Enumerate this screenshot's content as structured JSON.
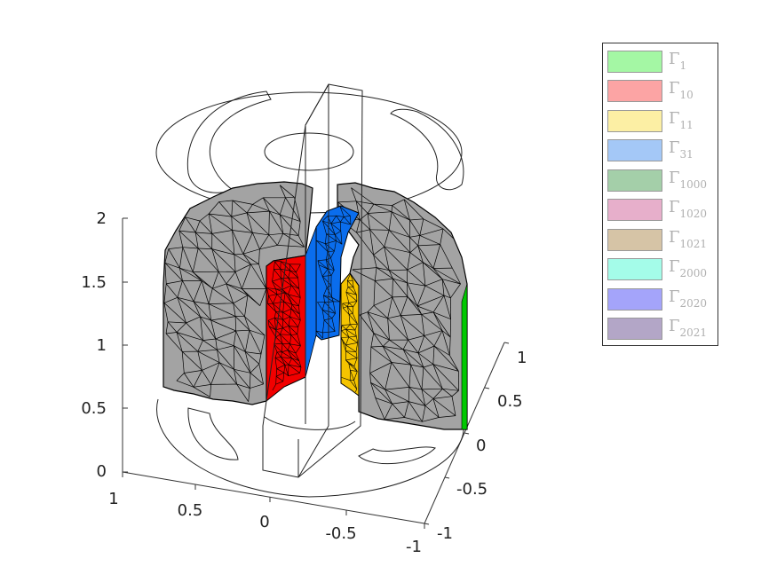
{
  "z_ticks": [
    "2",
    "1.5",
    "1",
    "0.5",
    "0"
  ],
  "x_ticks": [
    "1",
    "0.5",
    "0",
    "-0.5",
    "-1"
  ],
  "y_ticks": [
    "1",
    "0.5",
    "0",
    "-0.5",
    "-1"
  ],
  "legend": [
    {
      "symbol": "Γ",
      "sub": "1",
      "color": "#a4f7a4"
    },
    {
      "symbol": "Γ",
      "sub": "10",
      "color": "#fca4a4"
    },
    {
      "symbol": "Γ",
      "sub": "11",
      "color": "#fcefa4"
    },
    {
      "symbol": "Γ",
      "sub": "31",
      "color": "#a4c8f7"
    },
    {
      "symbol": "Γ",
      "sub": "1000",
      "color": "#a4cfa9"
    },
    {
      "symbol": "Γ",
      "sub": "1020",
      "color": "#e7afcb"
    },
    {
      "symbol": "Γ",
      "sub": "1021",
      "color": "#d6c4a6"
    },
    {
      "symbol": "Γ",
      "sub": "2000",
      "color": "#a4fce9"
    },
    {
      "symbol": "Γ",
      "sub": "2020",
      "color": "#a4a4fa"
    },
    {
      "symbol": "Γ",
      "sub": "2021",
      "color": "#b3a6c7"
    }
  ],
  "colors": {
    "gray": "#a3a3a3",
    "red": "#f20000",
    "blue": "#0a6ded",
    "yellow": "#f5c400",
    "green": "#00c800"
  }
}
